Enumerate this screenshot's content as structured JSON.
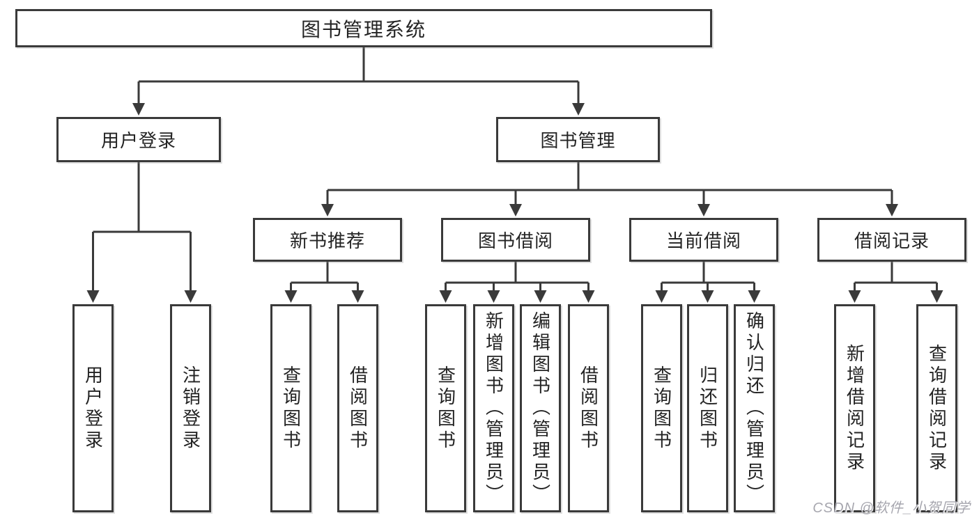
{
  "diagram_type": "tree",
  "colors": {
    "background": "#ffffff",
    "line": "#3a3a3a",
    "box_border": "#3a3a3a",
    "box_fill": "#ffffff",
    "text": "#232323",
    "watermark": "#a6a6ae"
  },
  "tree": {
    "label": "图书管理系统",
    "children": [
      {
        "label": "用户登录",
        "children": [
          {
            "label": "用户登录"
          },
          {
            "label": "注销登录"
          }
        ]
      },
      {
        "label": "图书管理",
        "children": [
          {
            "label": "新书推荐",
            "children": [
              {
                "label": "查询图书"
              },
              {
                "label": "借阅图书"
              }
            ]
          },
          {
            "label": "图书借阅",
            "children": [
              {
                "label": "查询图书"
              },
              {
                "label": "新增图书（管理员）"
              },
              {
                "label": "编辑图书（管理员）"
              },
              {
                "label": "借阅图书"
              }
            ]
          },
          {
            "label": "当前借阅",
            "children": [
              {
                "label": "查询图书"
              },
              {
                "label": "归还图书"
              },
              {
                "label": "确认归还（管理员）"
              }
            ]
          },
          {
            "label": "借阅记录",
            "children": [
              {
                "label": "新增借阅记录"
              },
              {
                "label": "查询借阅记录"
              }
            ]
          }
        ]
      }
    ]
  },
  "watermark": {
    "text": "CSDN @软件_小贺同学"
  }
}
